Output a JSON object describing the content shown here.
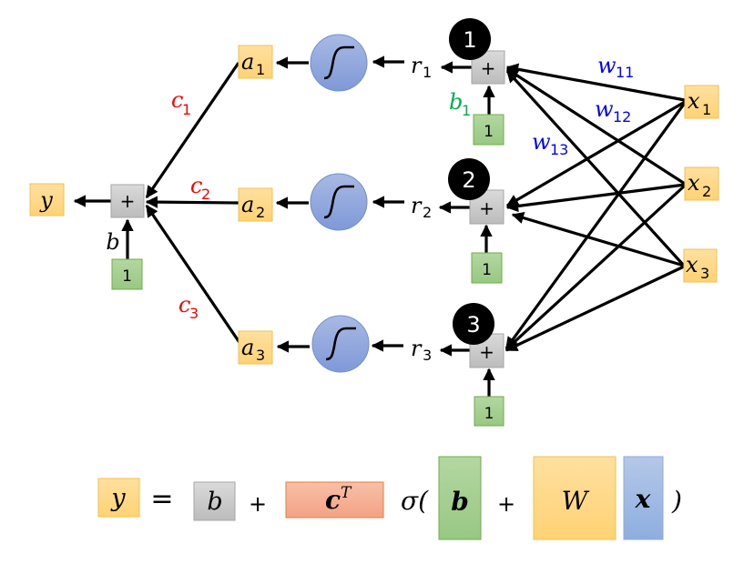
{
  "diagram": {
    "output": {
      "label": "y"
    },
    "output_sum": {
      "symbol": "+",
      "bias_label": "b",
      "bias_input": "1"
    },
    "output_weights": [
      {
        "label": "c",
        "index": "1"
      },
      {
        "label": "c",
        "index": "2"
      },
      {
        "label": "c",
        "index": "3"
      }
    ],
    "activations": [
      {
        "label": "a",
        "index": "1"
      },
      {
        "label": "a",
        "index": "2"
      },
      {
        "label": "a",
        "index": "3"
      }
    ],
    "sigmoid_nodes": [
      "sigmoid",
      "sigmoid",
      "sigmoid"
    ],
    "pre_activations": [
      {
        "label": "r",
        "index": "1"
      },
      {
        "label": "r",
        "index": "2"
      },
      {
        "label": "r",
        "index": "3"
      }
    ],
    "hidden_sums": [
      {
        "badge": "1",
        "symbol": "+",
        "bias_input": "1"
      },
      {
        "badge": "2",
        "symbol": "+",
        "bias_input": "1"
      },
      {
        "badge": "3",
        "symbol": "+",
        "bias_input": "1"
      }
    ],
    "hidden_bias_label": {
      "label": "b",
      "index": "1"
    },
    "weight_labels": [
      {
        "label": "w",
        "index": "11"
      },
      {
        "label": "w",
        "index": "12"
      },
      {
        "label": "w",
        "index": "13"
      }
    ],
    "inputs": [
      {
        "label": "x",
        "index": "1"
      },
      {
        "label": "x",
        "index": "2"
      },
      {
        "label": "x",
        "index": "3"
      }
    ],
    "colors": {
      "weight_c": "#ff0000",
      "weight_w": "#0000ff",
      "bias_b1": "#00b050",
      "badge": "#000000"
    }
  },
  "equation": {
    "y": "y",
    "equals": "=",
    "b": "b",
    "plus1": "+",
    "cT_base": "c",
    "cT_sup": "T",
    "sigma_open": "σ(",
    "b_vec": "b",
    "plus2": "+",
    "W": "W",
    "x_vec": "x",
    "close": ")"
  }
}
